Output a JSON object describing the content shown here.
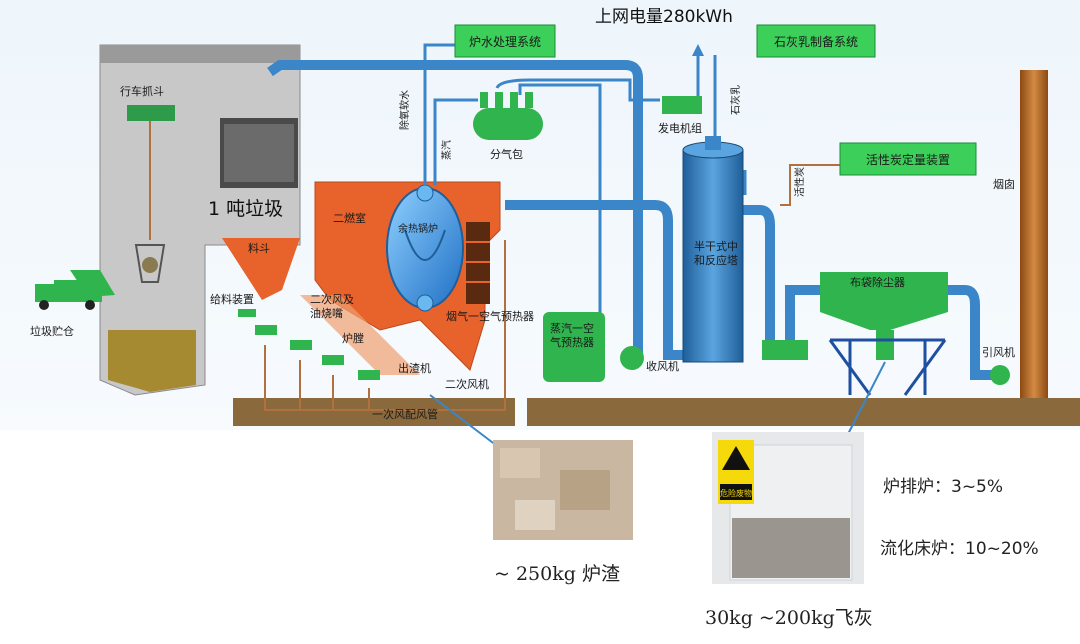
{
  "labels": {
    "power": "上网电量280kWh",
    "water_treatment": "炉水处理系统",
    "lime": "石灰乳制备系统",
    "activated_carbon": "活性炭定量装置",
    "crane": "行车抓斗",
    "pit": "垃圾贮仓",
    "ton": "1 吨垃圾",
    "hopper": "料斗",
    "feeder": "给料装置",
    "second_chamber": "二燃室",
    "second_air_burner": "二次风及\n油烧嘴",
    "furnace": "炉膛",
    "slag_machine": "出渣机",
    "second_fan": "二次风机",
    "primary_air": "一次风配风管",
    "boiler": "余热锅炉",
    "flue_heater": "烟气一空气预热器",
    "steam_heater": "蒸汽一空\n气预热器",
    "suction_fan": "收风机",
    "deoxy_water": "除氧软水",
    "steam": "蒸汽",
    "steam_drum": "分气包",
    "generator": "发电机组",
    "lime_label": "石灰乳",
    "reactor": "半干式中\n和反应塔",
    "activated_carbon_short": "活性炭",
    "baghouse": "布袋除尘器",
    "id_fan": "引风机",
    "chimney": "烟囱",
    "hazard": "危险废物"
  },
  "results": {
    "slag": "~ 250kg 炉渣",
    "fly_ash": "30kg ~200kg飞灰",
    "grate_rate": "炉排炉：3~5%",
    "fluid_rate": "流化床炉：10~20%"
  },
  "colors": {
    "pipe": "#3a86c8",
    "pipe_dark": "#1f5e99",
    "furnace": "#e8622c",
    "green": "#28b463",
    "box_green": "#3ccf5a",
    "ground": "#8a6a3c",
    "chimney": "#b5651d"
  }
}
